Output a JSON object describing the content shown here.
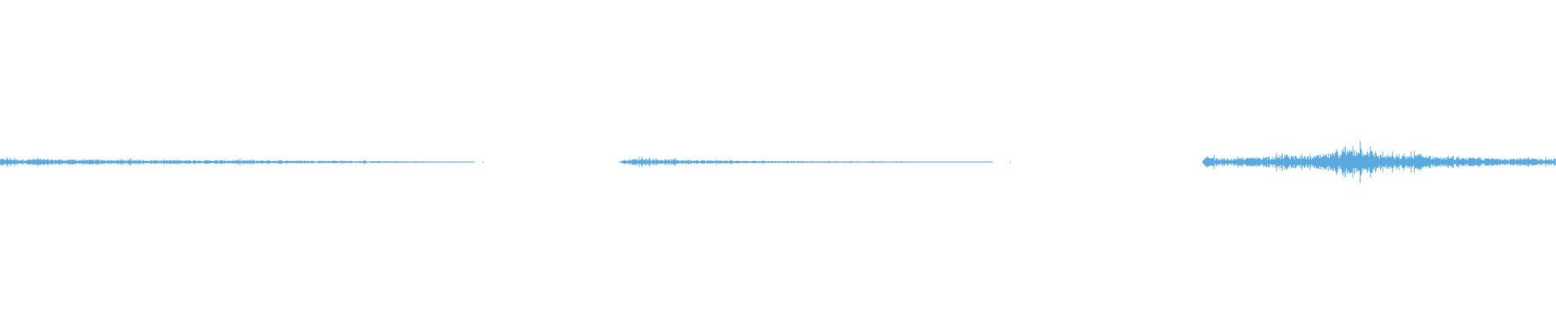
{
  "waveform": {
    "color": "#5aaae0",
    "background": "#ffffff",
    "segments": [
      {
        "name": "segment-1",
        "start_fraction": 0.0,
        "end_fraction": 0.305,
        "envelope": [
          [
            0.0,
            0.045
          ],
          [
            0.01,
            0.055
          ],
          [
            0.02,
            0.05
          ],
          [
            0.04,
            0.04
          ],
          [
            0.08,
            0.045
          ],
          [
            0.12,
            0.038
          ],
          [
            0.18,
            0.035
          ],
          [
            0.25,
            0.03
          ],
          [
            0.4,
            0.028
          ],
          [
            0.5,
            0.025
          ],
          [
            0.6,
            0.022
          ],
          [
            0.7,
            0.018
          ],
          [
            0.8,
            0.012
          ],
          [
            0.9,
            0.008
          ],
          [
            0.97,
            0.005
          ],
          [
            1.0,
            0.0
          ]
        ],
        "tail_dot_fraction": 0.31
      },
      {
        "name": "segment-2",
        "start_fraction": 0.398,
        "end_fraction": 0.638,
        "envelope": [
          [
            0.0,
            0.0
          ],
          [
            0.01,
            0.03
          ],
          [
            0.03,
            0.04
          ],
          [
            0.06,
            0.06
          ],
          [
            0.09,
            0.045
          ],
          [
            0.13,
            0.035
          ],
          [
            0.2,
            0.028
          ],
          [
            0.3,
            0.02
          ],
          [
            0.4,
            0.015
          ],
          [
            0.55,
            0.01
          ],
          [
            0.7,
            0.008
          ],
          [
            0.85,
            0.005
          ],
          [
            1.0,
            0.002
          ]
        ],
        "tail_dot_fraction": 0.649
      },
      {
        "name": "segment-3",
        "start_fraction": 0.773,
        "end_fraction": 1.0,
        "envelope": [
          [
            0.0,
            0.02
          ],
          [
            0.01,
            0.08
          ],
          [
            0.03,
            0.06
          ],
          [
            0.08,
            0.05
          ],
          [
            0.15,
            0.07
          ],
          [
            0.22,
            0.1
          ],
          [
            0.3,
            0.08
          ],
          [
            0.38,
            0.14
          ],
          [
            0.45,
            0.22
          ],
          [
            0.5,
            0.12
          ],
          [
            0.55,
            0.08
          ],
          [
            0.6,
            0.12
          ],
          [
            0.68,
            0.07
          ],
          [
            0.78,
            0.06
          ],
          [
            0.88,
            0.055
          ],
          [
            1.0,
            0.05
          ]
        ]
      }
    ]
  }
}
